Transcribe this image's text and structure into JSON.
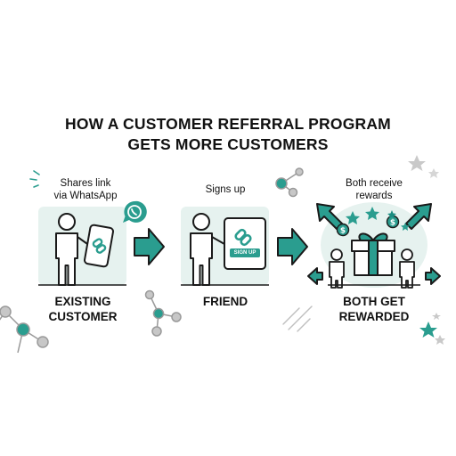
{
  "title": {
    "line1": "HOW A CUSTOMER REFERRAL PROGRAM",
    "line2": "GETS MORE CUSTOMERS"
  },
  "steps": [
    {
      "caption_line1": "Shares link",
      "caption_line2": "via WhatsApp",
      "label_line1": "EXISTING",
      "label_line2": "CUSTOMER"
    },
    {
      "caption_line1": "Signs up",
      "badge": "SIGN UP",
      "label_line1": "FRIEND"
    },
    {
      "caption_line1": "Both receive",
      "caption_line2": "rewards",
      "label_line1": "BOTH GET",
      "label_line2": "REWARDED"
    }
  ],
  "colors": {
    "accent": "#2a9d8f",
    "panel": "#e6f2ef",
    "outline": "#1a1a1a",
    "node_gray": "#b8b8b8",
    "star_gray": "#c9c9c9"
  },
  "icons": [
    "whatsapp-icon",
    "link-icon",
    "dollar-coin-icon",
    "star-icon",
    "gift-icon",
    "arrow-right-icon"
  ]
}
